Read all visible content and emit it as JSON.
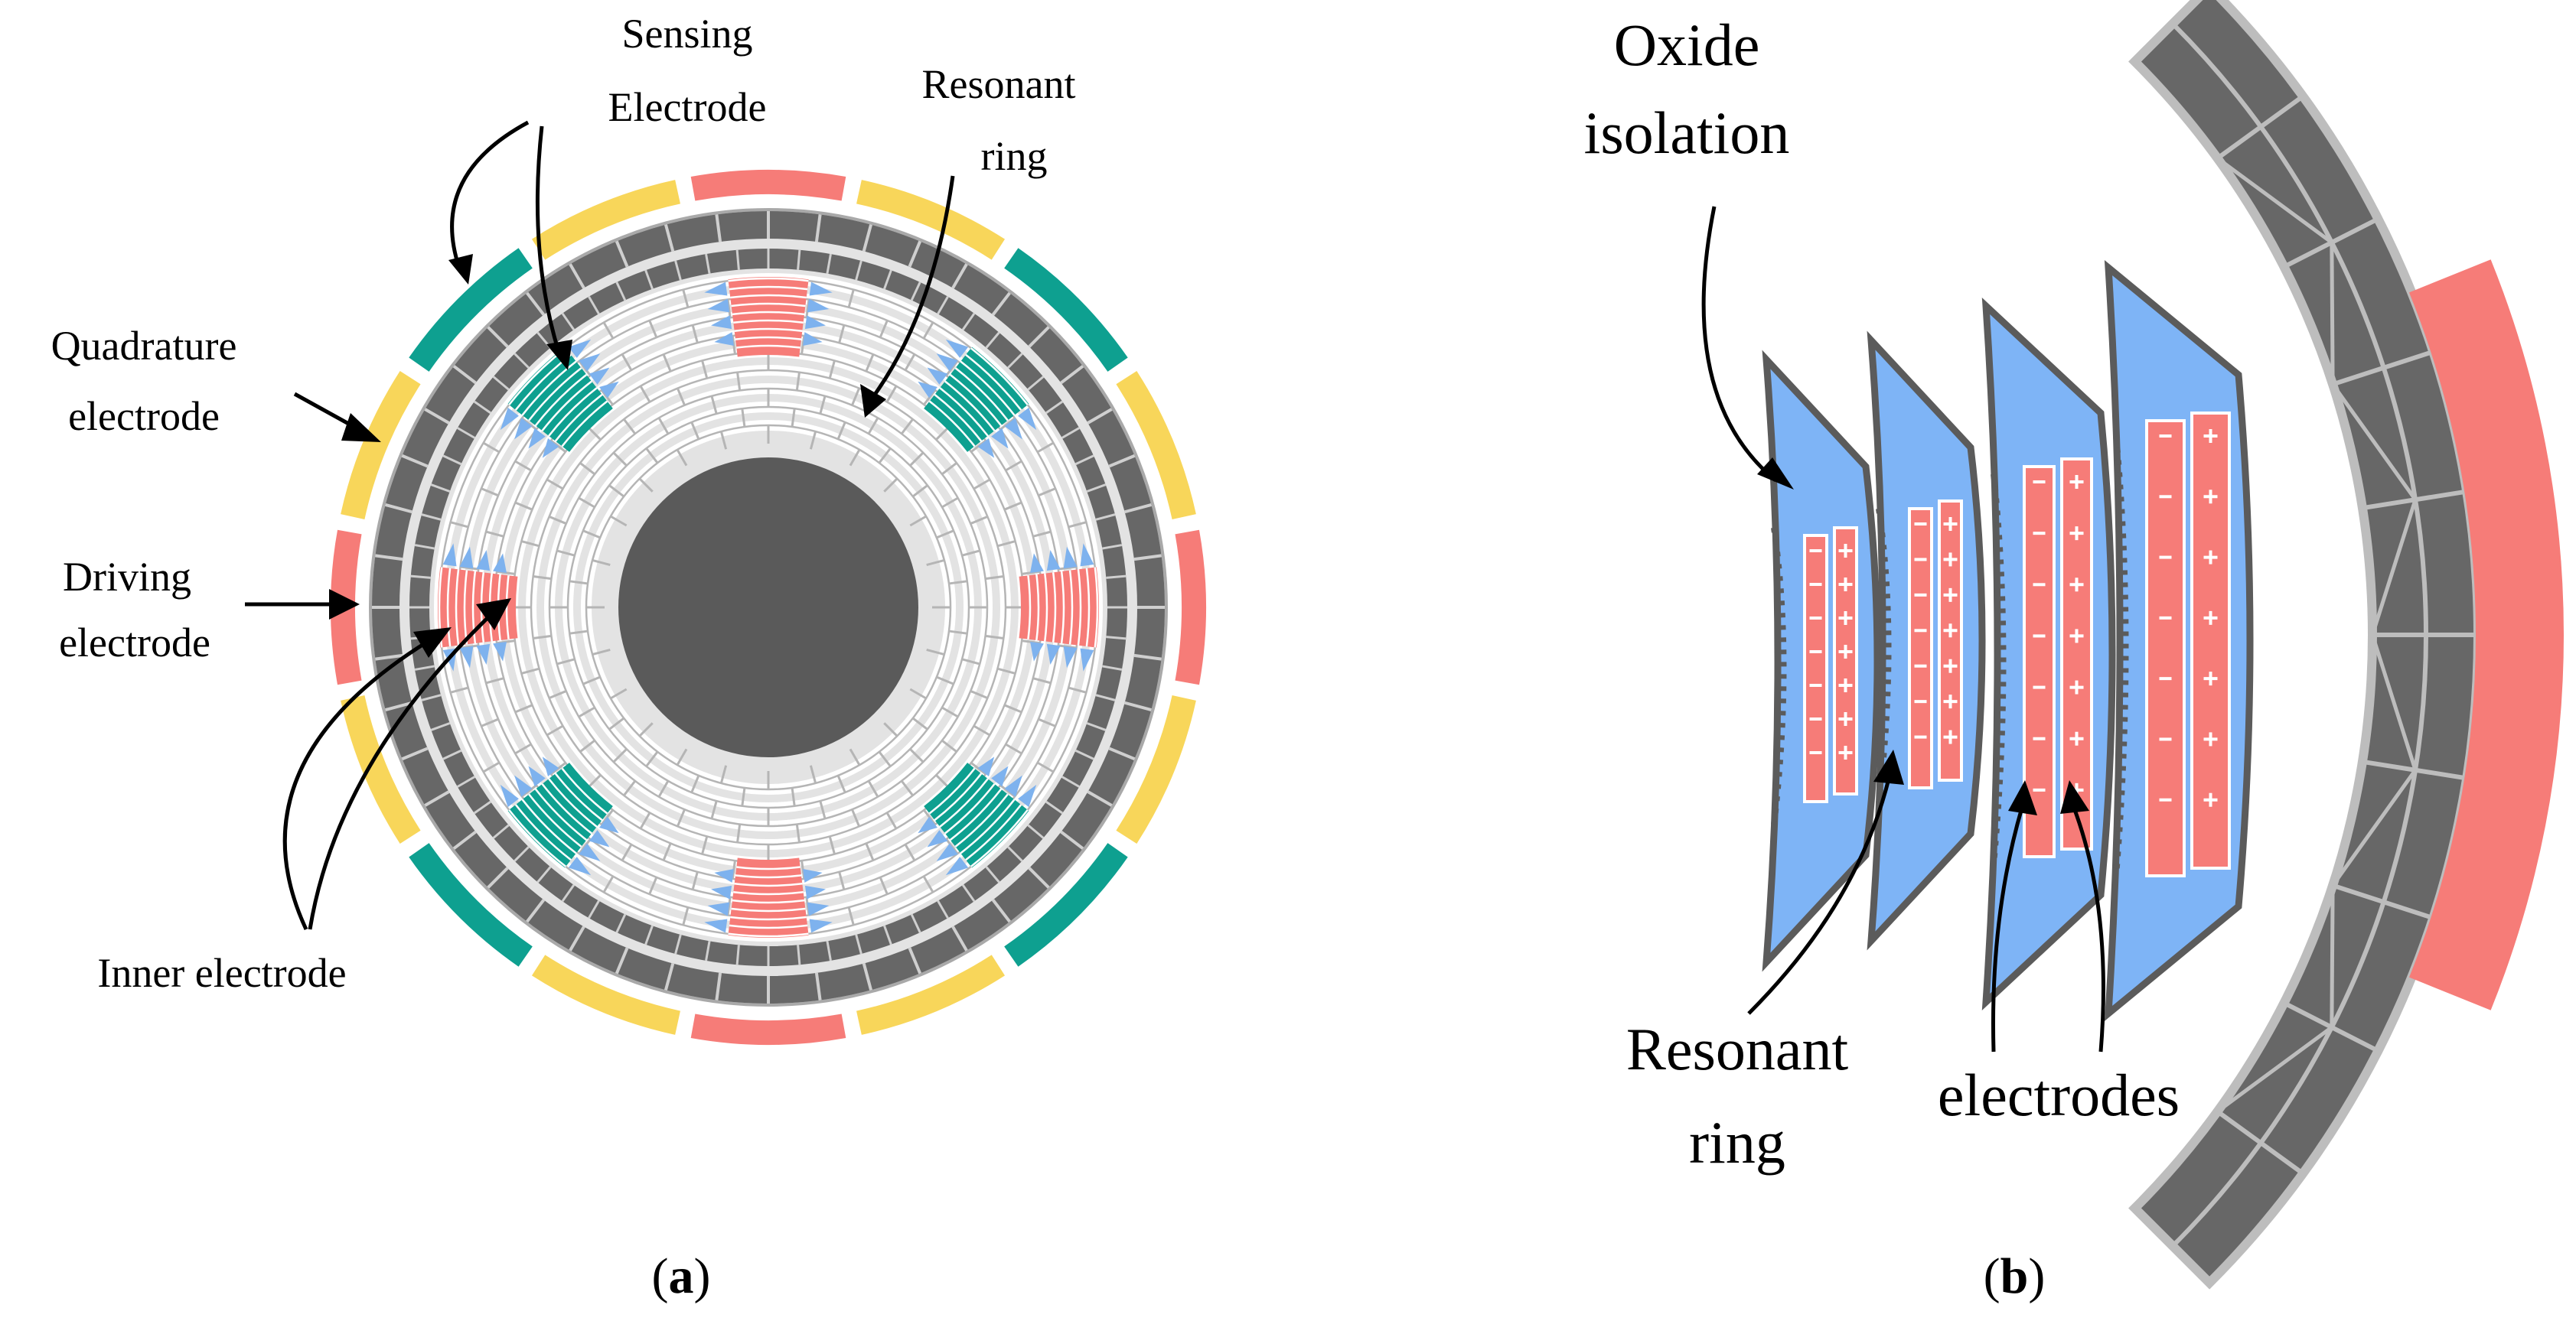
{
  "panel_a": {
    "labels": {
      "sensing_line1": "Sensing",
      "sensing_line2": "Electrode",
      "resonant_line1": "Resonant",
      "resonant_line2": "ring",
      "quadrature_line1": "Quadrature",
      "quadrature_line2": "electrode",
      "driving_line1": "Driving",
      "driving_line2": "electrode",
      "inner": "Inner electrode"
    },
    "caption": {
      "open": "(",
      "letter": "a",
      "close": ")"
    }
  },
  "panel_b": {
    "labels": {
      "oxide_line1": "Oxide",
      "oxide_line2": "isolation",
      "resonant_line1": "Resonant",
      "resonant_line2": "ring",
      "electrodes": "electrodes"
    },
    "caption": {
      "open": "(",
      "letter": "b",
      "close": ")"
    }
  },
  "colors": {
    "driving": "#F67C78",
    "quadrature": "#F8D65A",
    "sensing": "#0EA090",
    "ring_dark": "#676767",
    "ring_light": "#DDDDDD",
    "comb": "#7EB2EE",
    "oxide": "#7EB4F6",
    "center": "#5A5A5A"
  }
}
